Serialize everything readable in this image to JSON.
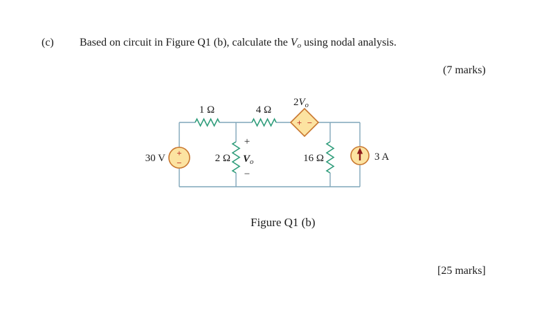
{
  "question": {
    "label": "(c)",
    "text_before": "Based on circuit in Figure Q1 (b), calculate the ",
    "vo_symbol": "V",
    "vo_subscript": "o",
    "text_after": " using nodal analysis.",
    "marks": "(7 marks)"
  },
  "figure": {
    "caption": "Figure Q1 (b)"
  },
  "footer": {
    "total_marks": "[25 marks]"
  },
  "circuit": {
    "resistor_r1": "1 Ω",
    "resistor_r4": "4 Ω",
    "resistor_r2": "2 Ω",
    "resistor_r16": "16 Ω",
    "voltage_source_label": "30 V",
    "voltage_source_plus": "+",
    "voltage_source_minus": "−",
    "current_source_label": "3 A",
    "dependent_source_coeff": "2",
    "dependent_source_symbol": "V",
    "dependent_source_subscript": "o",
    "dependent_source_plus": "+",
    "dependent_source_minus": "−",
    "vo_plus": "+",
    "vo_symbol": "V",
    "vo_subscript": "o",
    "vo_minus": "−"
  },
  "colors": {
    "wire": "#7FA5BA",
    "resistor": "#2E9C7A",
    "source-fill": "#FCE3A1",
    "source-stroke": "#C9772F",
    "symbol-red": "#C23A2F",
    "arrow-red": "#8E1B1B",
    "ink": "#1B1B1B"
  }
}
